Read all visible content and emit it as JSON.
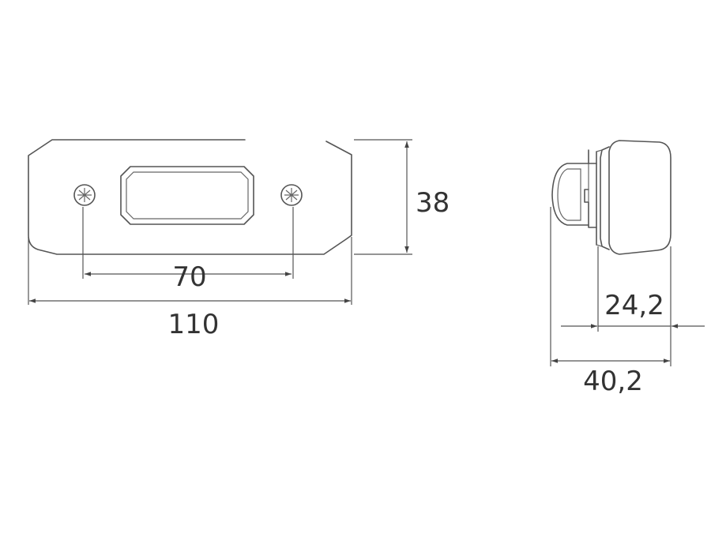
{
  "dimensions": {
    "width_overall": "110",
    "hole_spacing": "70",
    "height": "38",
    "depth_body": "24,2",
    "depth_overall": "40,2"
  },
  "colors": {
    "line": "#555555",
    "text": "#333333",
    "background": "#ffffff"
  }
}
